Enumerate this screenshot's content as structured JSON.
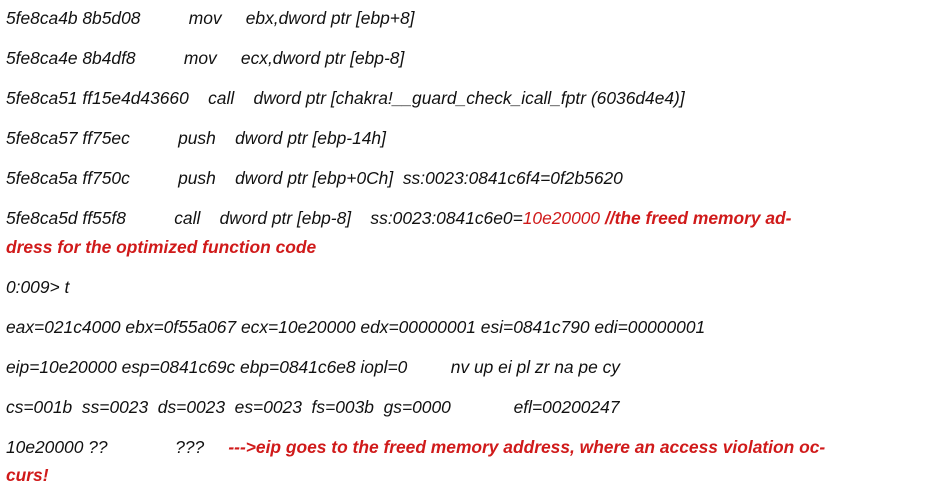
{
  "lines": [
    {
      "text": "5fe8ca4b 8b5d08          mov     ebx,dword ptr [ebp+8]"
    },
    {
      "text": "5fe8ca4e 8b4df8          mov     ecx,dword ptr [ebp-8]"
    },
    {
      "text": "5fe8ca51 ff15e4d43660    call    dword ptr [chakra!__guard_check_icall_fptr (6036d4e4)]"
    },
    {
      "text": "5fe8ca57 ff75ec          push    dword ptr [ebp-14h]"
    },
    {
      "text": "5fe8ca5a ff750c          push    dword ptr [ebp+0Ch]  ss:0023:0841c6f4=0f2b5620"
    },
    {
      "prefix": "5fe8ca5d ff55f8          call    dword ptr [ebp-8]    ss:0023:0841c6e0=",
      "highlight": "10e20000",
      "comment": " //the freed memory ad-",
      "continuation": "dress for the optimized function code"
    },
    {
      "text": "0:009> t"
    },
    {
      "text": "eax=021c4000 ebx=0f55a067 ecx=10e20000 edx=00000001 esi=0841c790 edi=00000001"
    },
    {
      "text": "eip=10e20000 esp=0841c69c ebp=0841c6e8 iopl=0         nv up ei pl zr na pe cy"
    },
    {
      "text": "cs=001b  ss=0023  ds=0023  es=0023  fs=003b  gs=0000             efl=00200247"
    },
    {
      "prefix": "10e20000 ??              ???     ",
      "comment": "--->eip goes to the freed memory address, where an access violation oc-",
      "continuation": "curs!"
    }
  ],
  "colors": {
    "text": "#111111",
    "annotation": "#d01a1a",
    "background": "#ffffff"
  }
}
